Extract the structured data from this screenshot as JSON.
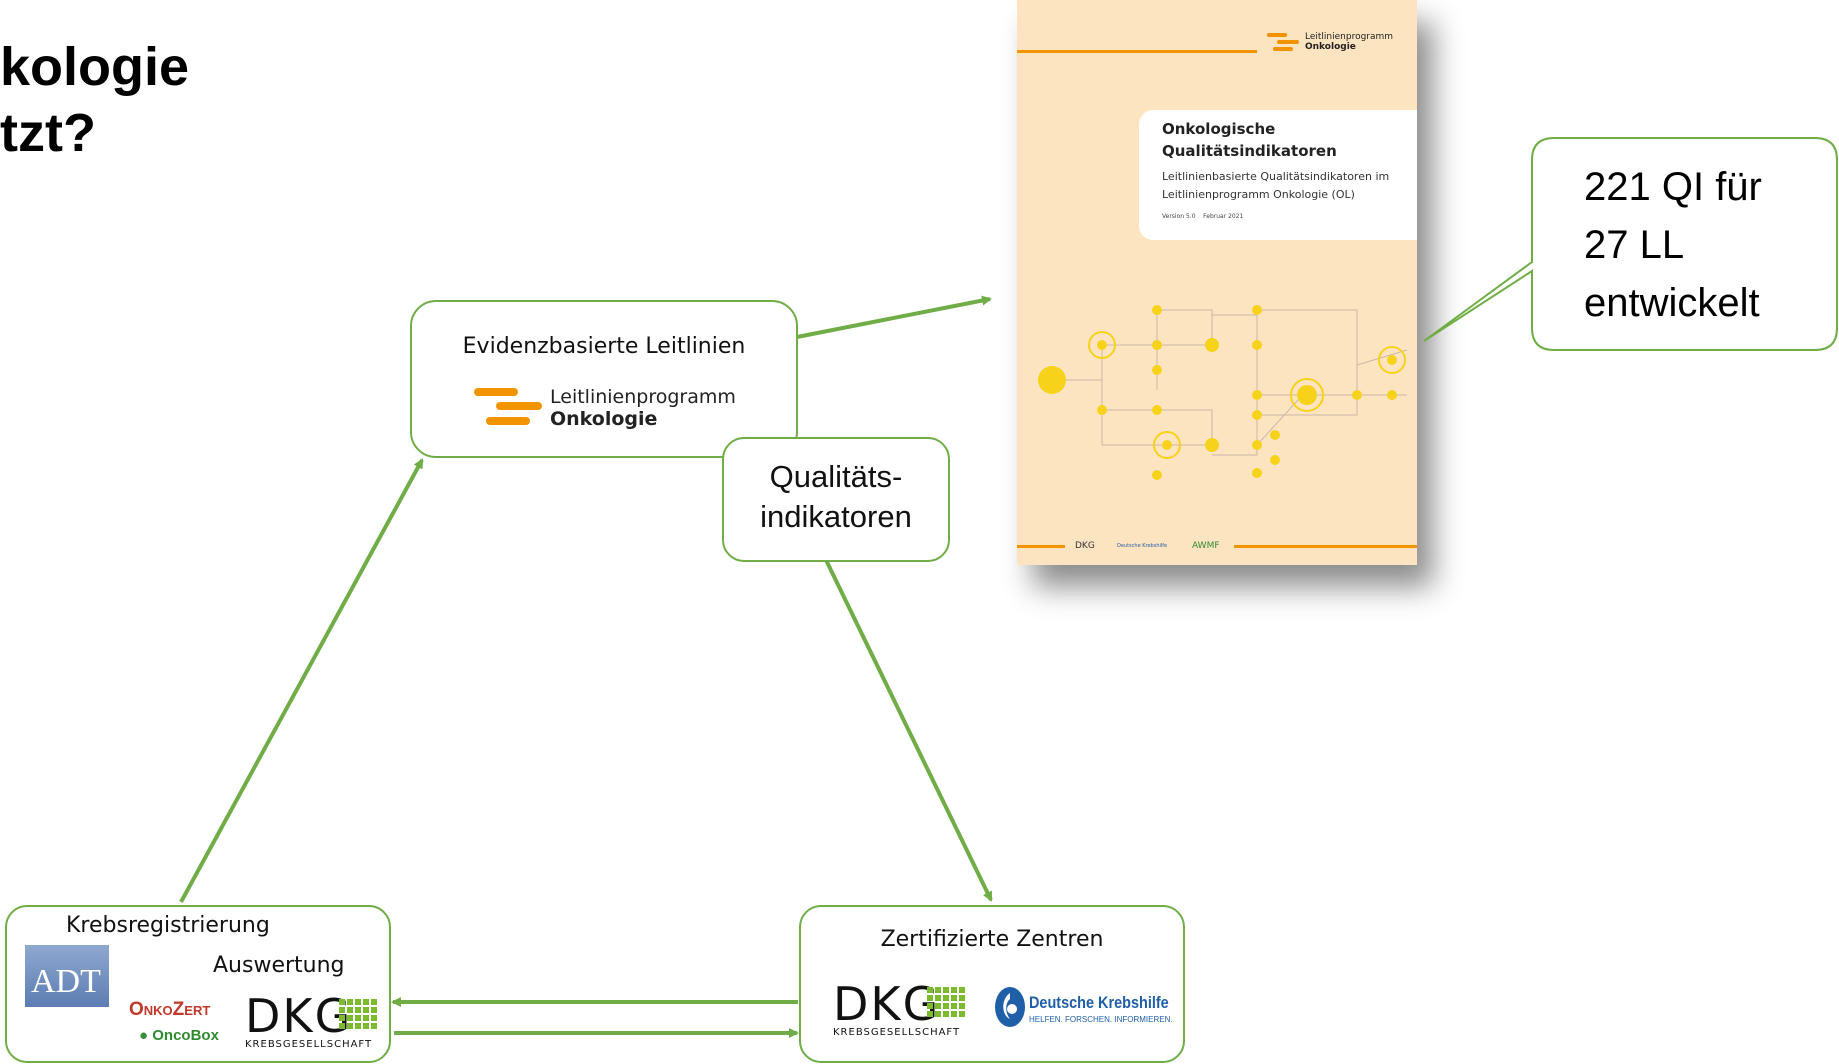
{
  "title": {
    "line1": "kologie",
    "line2": "tzt?"
  },
  "leitlinien_box": {
    "label": "Evidenzbasierte Leitlinien",
    "logo_line1": "Leitlinienprogramm",
    "logo_line2": "Onkologie"
  },
  "qi_box": {
    "line1": "Qualitäts-",
    "line2": "indikatoren"
  },
  "krebsregister_box": {
    "label1": "Krebsregistrierung",
    "label2": "Auswertung",
    "adt_logo": "ADT",
    "onkozert_logo": "OnkoZert",
    "oncobox_logo": "OncoBox",
    "dkg_letters": "DKG",
    "dkg_sub": "KREBSGESELLSCHAFT"
  },
  "zentren_box": {
    "label": "Zertifizierte Zentren",
    "dkg_letters": "DKG",
    "dkg_sub": "KREBSGESELLSCHAFT",
    "krebshilfe_name": "Deutsche Krebshilfe",
    "krebshilfe_slogan": "HELFEN. FORSCHEN. INFORMIEREN."
  },
  "cover": {
    "logo_line1": "Leitlinienprogramm",
    "logo_line2": "Onkologie",
    "title_line1": "Onkologische",
    "title_line2": "Qualitätsindikatoren",
    "subtitle_line1": "Leitlinienbasierte Qualitätsindikatoren im",
    "subtitle_line2": "Leitlinienprogramm Onkologie (OL)",
    "version": "Version 5.0",
    "date": "Februar 2021",
    "footer_logos": [
      "DKG",
      "Deutsche Krebshilfe",
      "AWMF"
    ]
  },
  "callout": {
    "line1": "221 QI für",
    "line2": "27 LL",
    "line3": "entwickelt"
  },
  "colors": {
    "green": "#70ad47",
    "orange": "#f29400",
    "cover_bg": "#fde4c1",
    "yellow": "#f7d21b"
  }
}
